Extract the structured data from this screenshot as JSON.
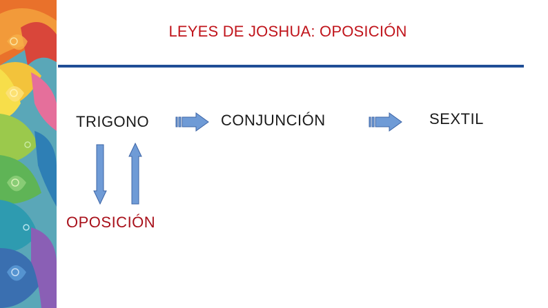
{
  "title": "LEYES DE JOSHUA: OPOSICIÓN",
  "nodes": {
    "trigono": "TRIGONO",
    "conjuncion": "CONJUNCIÓN",
    "sextil": "SEXTIL",
    "oposicion": "OPOSICIÓN"
  },
  "colors": {
    "title": "#c0141b",
    "rule": "#1f4e96",
    "arrow_fill": "#6f9bd6",
    "arrow_stroke": "#3c64a6",
    "label": "#1a1a1a",
    "oposicion": "#a8101a"
  }
}
